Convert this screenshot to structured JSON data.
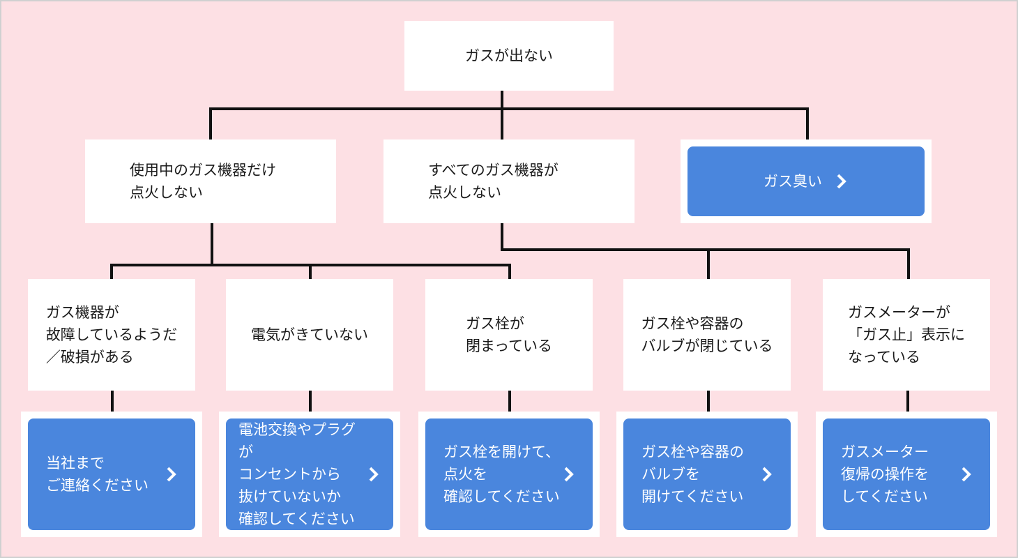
{
  "colors": {
    "background": "#fde0e4",
    "node": "#ffffff",
    "action": "#4a86dd",
    "line": "#111111"
  },
  "root": {
    "label": "ガスが出ない"
  },
  "level1": [
    {
      "label": "使用中のガス機器だけ\n点火しない"
    },
    {
      "label": "すべてのガス機器が\n点火しない"
    }
  ],
  "smell_link": {
    "label": "ガス臭い",
    "icon": "chevron-right-icon"
  },
  "causes": [
    {
      "label": "ガス機器が\n故障しているようだ\n／破損がある"
    },
    {
      "label": "電気がきていない"
    },
    {
      "label": "ガス栓が\n閉まっている"
    },
    {
      "label": "ガス栓や容器の\nバルブが閉じている"
    },
    {
      "label": "ガスメーターが\n「ガス止」表示に\nなっている"
    }
  ],
  "actions": [
    {
      "label": "当社まで\nご連絡ください",
      "icon": "chevron-right-icon"
    },
    {
      "label": "電池交換やプラグが\nコンセントから\n抜けていないか\n確認してください",
      "icon": "chevron-right-icon"
    },
    {
      "label": "ガス栓を開けて、\n点火を\n確認してください",
      "icon": "chevron-right-icon"
    },
    {
      "label": "ガス栓や容器の\nバルブを\n開けてください",
      "icon": "chevron-right-icon"
    },
    {
      "label": "ガスメーター\n復帰の操作を\nしてください",
      "icon": "chevron-right-icon"
    }
  ]
}
